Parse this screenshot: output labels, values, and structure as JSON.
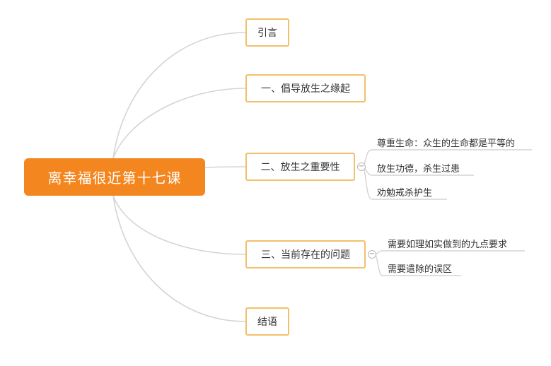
{
  "root": {
    "label": "离幸福很近第十七课"
  },
  "branches": [
    {
      "label": "引言"
    },
    {
      "label": "一、倡导放生之缘起"
    },
    {
      "label": "二、放生之重要性",
      "children": [
        "尊重生命：众生的生命都是平等的",
        "放生功德，杀生过患",
        "劝勉戒杀护生"
      ]
    },
    {
      "label": "三、当前存在的问题",
      "children": [
        "需要如理如实做到的九点要求",
        "需要遣除的误区"
      ]
    },
    {
      "label": "结语"
    }
  ],
  "collapse_symbol": "−",
  "colors": {
    "root_fill": "#f3861f",
    "node_border": "#f2c06b",
    "connector": "#d4d4d4",
    "leaf_underline": "#d4d4d4"
  }
}
